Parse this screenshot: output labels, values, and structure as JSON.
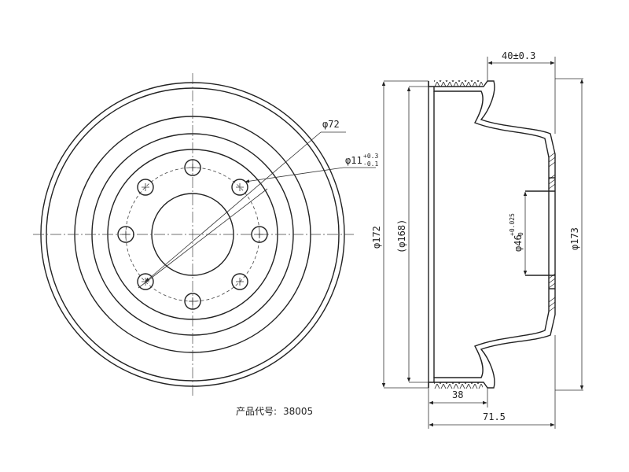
{
  "front_view": {
    "dims": {
      "pcd": "φ72",
      "hole": "φ11",
      "hole_tol_upper": "+0.3",
      "hole_tol_lower": "-0.1"
    }
  },
  "section_view": {
    "dims": {
      "outer_dia": "φ172",
      "ref_dia": "(φ168)",
      "pilot_dia": "φ46",
      "pilot_tol_upper": "+0.025",
      "pilot_tol_lower": "0",
      "drum_dia": "φ173",
      "top_width": "40±0.3",
      "depth": "38",
      "overall": "71.5"
    }
  },
  "product_code": {
    "label": "产品代号:",
    "value": "38005"
  }
}
